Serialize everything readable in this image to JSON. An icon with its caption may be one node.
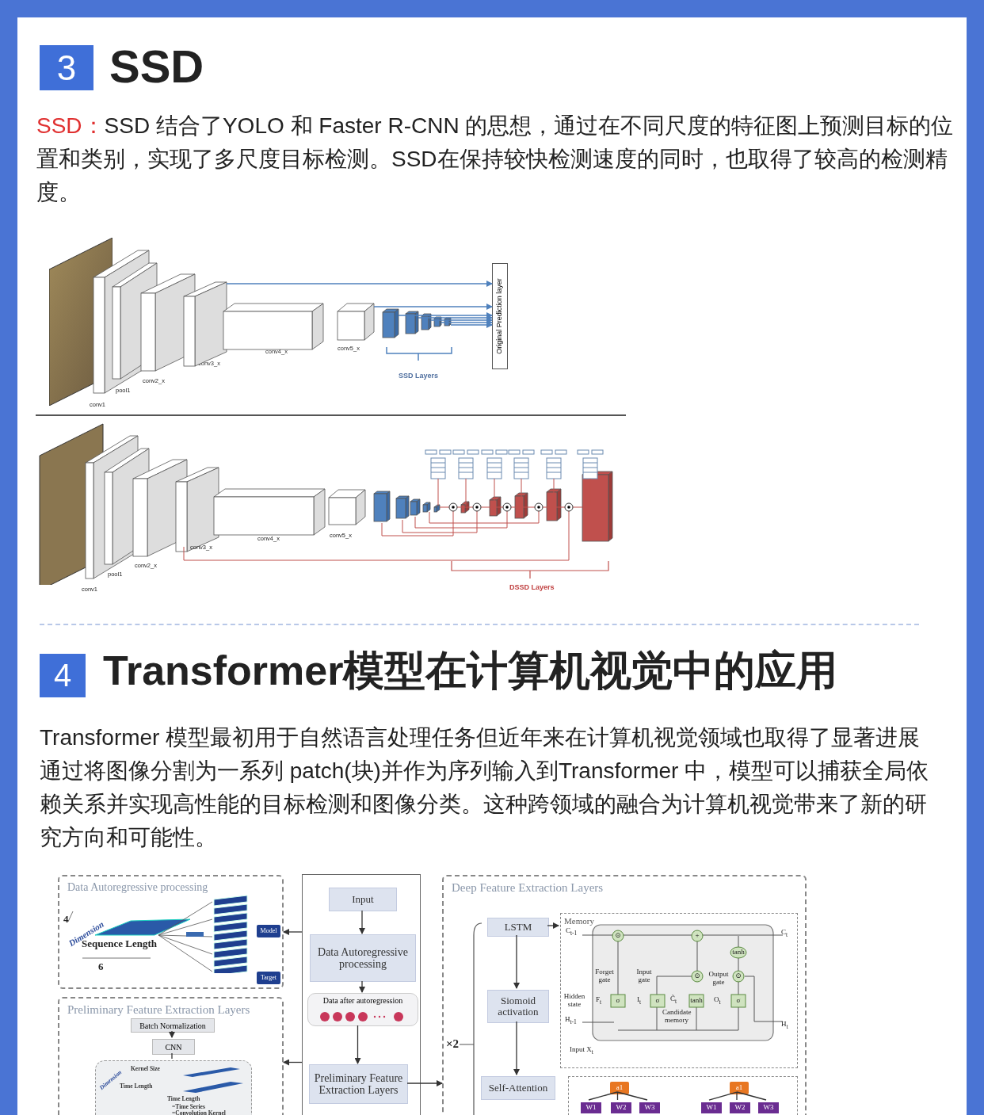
{
  "diagram": {
    "nodes": [
      {
        "text": [],
        "shape": "picture"
      },
      {
        "text": [],
        "shape": "box"
      },
      {
        "text": [],
        "shape": "box"
      },
      {
        "text": [],
        "shape": "box"
      },
      {
        "text": [],
        "shape": "box",
        "beside": [
          "conv3_x"
        ]
      },
      {
        "text": [],
        "shape": "box",
        "beside": [
          "conv4_x"
        ]
      },
      {
        "text": [],
        "shape": "box",
        "beside": [
          "conv5_x"
        ]
      },
      {
        "text": [],
        "shape": "box"
      },
      {
        "text": [],
        "shape": "box"
      },
      {
        "text": [],
        "shape": "box"
      },
      {
        "text": [],
        "shape": "box"
      },
      {
        "text": [],
        "shape": "box"
      },
      {
        "text": [
          "Original Prediction layer"
        ]
      },
      {
        "text": [
          "Data Autoregressive processing"
        ]
      },
      {
        "text": [
          "Model"
        ],
        "in": 13
      },
      {
        "text": [
          "Target"
        ],
        "in": 13
      },
      {
        "text": [
          "Preliminary Feature Extraction Layers"
        ]
      },
      {
        "text": [
          "Batch Normalization"
        ],
        "in": 16
      },
      {
        "text": [
          "CNN"
        ],
        "in": 16
      },
      {
        "text": [
          "Dimension",
          "Kernel Size",
          "Time Length",
          "Time Length",
          "=Time Series",
          "=Convolution Kernel"
        ],
        "in": 16
      },
      {
        "text": [],
        "shape": "box"
      },
      {
        "text": [
          "Input"
        ],
        "in": 20
      },
      {
        "text": [
          "Data Autoregressive processing"
        ],
        "in": 20
      },
      {
        "text": [
          "Data after autoregression"
        ],
        "in": 20
      },
      {
        "text": [
          "Preliminary Feature Extraction Layers"
        ],
        "in": 20
      },
      {
        "text": [
          "Deep Feature Extraction Layers"
        ]
      },
      {
        "text": [
          "LSTM"
        ],
        "in": 25
      },
      {
        "text": [
          "Siomoid activation"
        ],
        "in": 25
      },
      {
        "text": [
          "Self-Attention"
        ],
        "in": 25
      },
      {
        "text": [
          "Memory"
        ],
        "in": 25
      },
      {
        "text": [],
        "shape": "box",
        "in": 25
      },
      {
        "text": [
          "a1"
        ],
        "in": 30
      },
      {
        "text": [
          "W1"
        ],
        "in": 30
      },
      {
        "text": [
          "W2"
        ],
        "in": 30
      },
      {
        "text": [
          "W3"
        ],
        "in": 30
      },
      {
        "text": [
          "a1"
        ],
        "in": 30
      },
      {
        "text": [
          "W1"
        ],
        "in": 30
      },
      {
        "text": [
          "W2"
        ],
        "in": 30
      },
      {
        "text": [
          "W3"
        ],
        "in": 30
      }
    ],
    "edges": [
      {
        "from": 4,
        "to": 12,
        "arrow": "to",
        "color": "#4f81bd"
      },
      {
        "from": 6,
        "to": 12,
        "arrow": "to",
        "color": "#4f81bd"
      },
      {
        "from": 7,
        "to": 12,
        "arrow": "to",
        "color": "#4f81bd"
      },
      {
        "from": 8,
        "to": 12,
        "arrow": "to",
        "color": "#4f81bd"
      },
      {
        "from": 9,
        "to": 12,
        "arrow": "to",
        "color": "#4f81bd"
      },
      {
        "from": 10,
        "to": 12,
        "arrow": "to",
        "color": "#4f81bd"
      },
      {
        "from": 11,
        "to": 12,
        "arrow": "to",
        "color": "#4f81bd"
      },
      {
        "from": 21,
        "to": 22,
        "arrow": "to"
      },
      {
        "from": 22,
        "to": 23,
        "arrow": "to"
      },
      {
        "from": 23,
        "to": 24,
        "arrow": "to"
      },
      {
        "from": 20,
        "to": 13,
        "arrow": "to"
      },
      {
        "from": 20,
        "to": 16,
        "arrow": "to"
      },
      {
        "from": 24,
        "to": 25,
        "arrow": "to"
      },
      {
        "from": 17,
        "to": 18,
        "arrow": "to"
      },
      {
        "from": 18,
        "to": 19,
        "arrow": "none"
      },
      {
        "from": 26,
        "to": 27,
        "arrow": "to"
      },
      {
        "from": 27,
        "to": 28,
        "arrow": "to"
      },
      {
        "from": 26,
        "to": 29,
        "arrow": "to"
      },
      {
        "from": 31,
        "to": 32,
        "arrow": "none"
      },
      {
        "from": 31,
        "to": 33,
        "arrow": "none"
      },
      {
        "from": 31,
        "to": 34,
        "arrow": "none"
      },
      {
        "from": 35,
        "to": 36,
        "arrow": "none"
      },
      {
        "from": 35,
        "to": 37,
        "arrow": "none"
      },
      {
        "from": 35,
        "to": 38,
        "arrow": "none"
      }
    ],
    "labels": [
      "3",
      "SSD",
      "SSD：",
      "SSD 结合了YOLO 和 Faster R-CNN 的思想，通过在不同尺度的特征图上预测目标的位置和类别，实现了多尺度目标检测。SSD在保持较快检测速度的同时，也取得了较高的检测精度。",
      "conv1",
      "pool1",
      "conv2_x",
      "SSD Layers",
      "conv1",
      "pool1",
      "conv2_x",
      "conv3_x",
      "conv4_x",
      "conv5_x",
      "DSSD Layers",
      "4",
      "Transformer模型在计算机视觉中的应用",
      "Transformer 模型最初用于自然语言处理任务但近年来在计算机视觉领域也取得了显著进展通过将图像分割为一系列 patch(块)并作为序列输入到Transformer 中，模型可以捕获全局依赖关系并实现高性能的目标检测和图像分类。这种跨领域的融合为计算机视觉带来了新的研究方向和可能性。",
      "4",
      "Dimension",
      "Sequence Length",
      "6",
      "×2",
      "C$_{t-1}$",
      "C$_{t}$",
      "Forget gate",
      "Input gate",
      "Output gate",
      "Hidden state",
      "H$_{t-1}$",
      "F$_{t}$",
      "I$_{t}$",
      "C̃$_{t}$",
      "O$_{t}$",
      "Candidate memory",
      "Input X$_{t}$",
      "H$_{t}$",
      "⊙",
      "+",
      "tanh",
      "⊙",
      "⊙",
      "σ",
      "σ",
      "tanh",
      "σ"
    ]
  }
}
